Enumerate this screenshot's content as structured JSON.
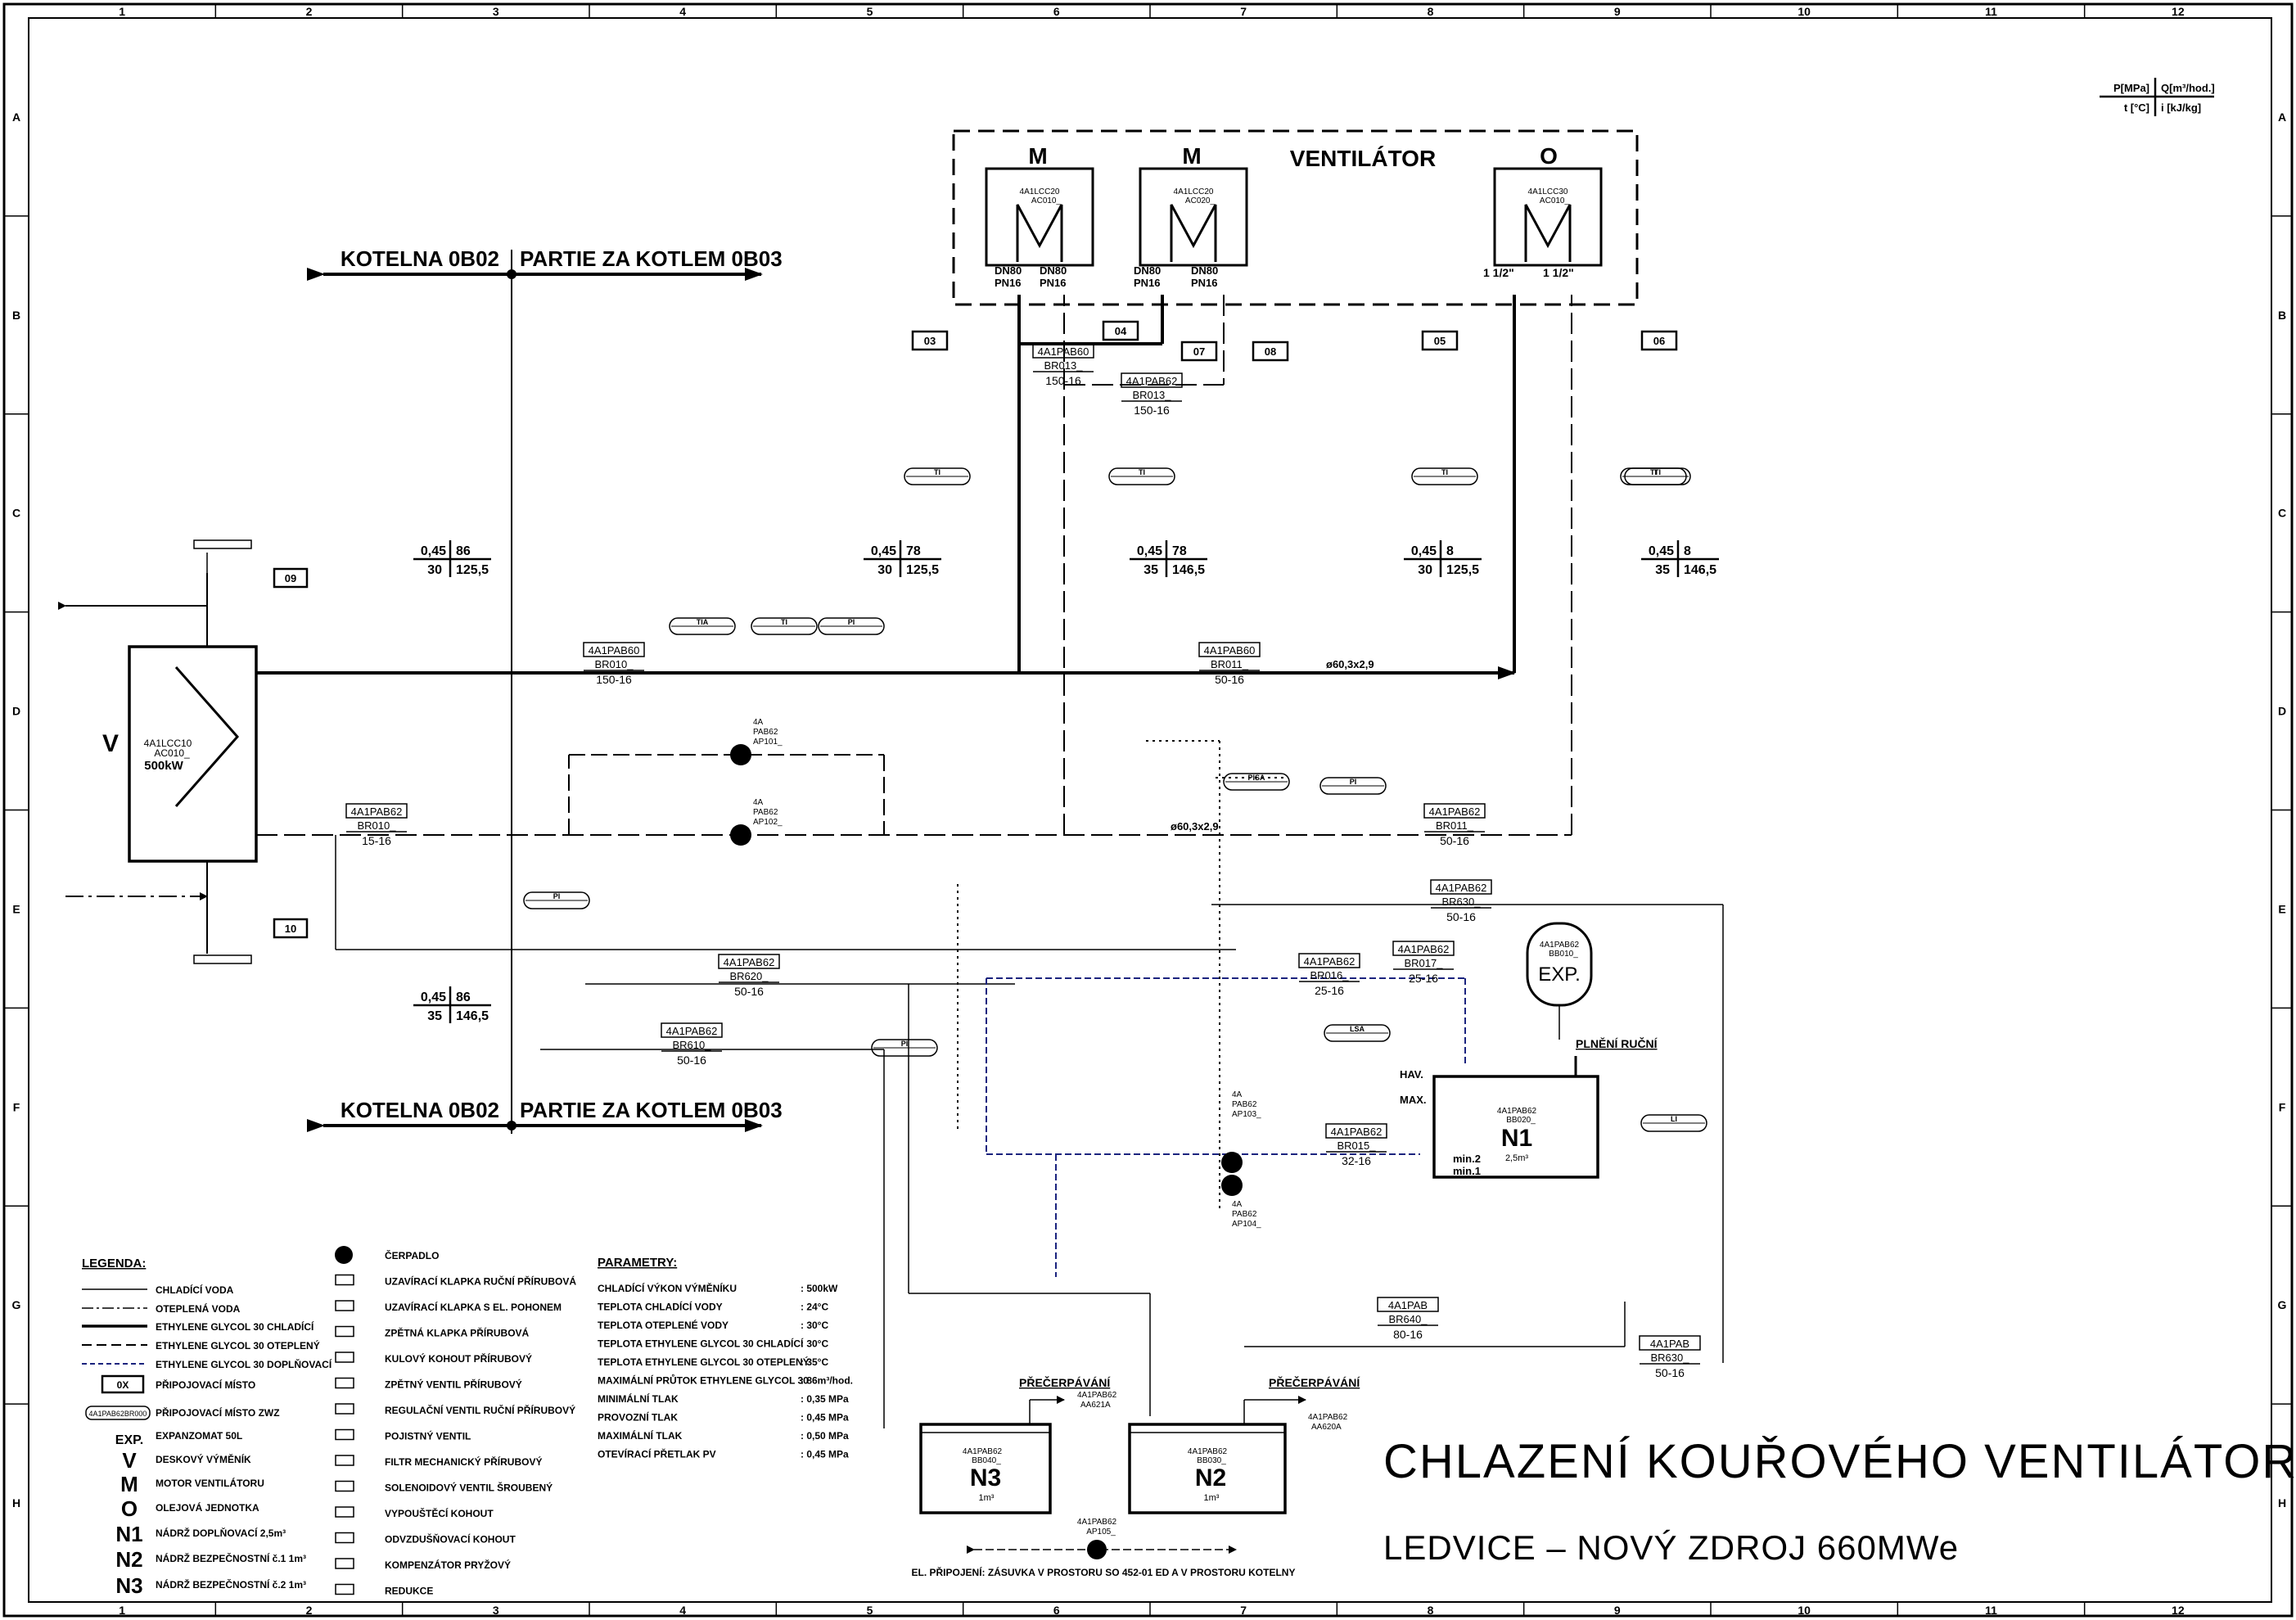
{
  "frame": {
    "columns": [
      "1",
      "2",
      "3",
      "4",
      "5",
      "6",
      "7",
      "8",
      "9",
      "10",
      "11",
      "12"
    ],
    "rows": [
      "A",
      "B",
      "C",
      "D",
      "E",
      "F",
      "G",
      "H"
    ]
  },
  "units_box": {
    "top_left": "P[MPa]",
    "top_right": "Q[m³/hod.]",
    "bottom_left": "t [°C]",
    "bottom_right": "i [kJ/kg]"
  },
  "fan_group": {
    "title": "VENTILÁTOR",
    "units": [
      {
        "letter": "M",
        "tag": "4A1LCC20",
        "sub": "AC010_",
        "left_conn": "DN80\nPN16",
        "right_conn": "DN80\nPN16"
      },
      {
        "letter": "M",
        "tag": "4A1LCC20",
        "sub": "AC020_",
        "left_conn": "DN80\nPN16",
        "right_conn": "DN80\nPN16"
      },
      {
        "letter": "O",
        "tag": "4A1LCC30",
        "sub": "AC010_",
        "left_conn": "1 1/2\"",
        "right_conn": "1 1/2\""
      }
    ]
  },
  "connection_boxes": [
    "03",
    "04",
    "07",
    "08",
    "05",
    "06",
    "09",
    "10"
  ],
  "area_labels": {
    "top_left": "KOTELNA 0B02",
    "top_right": "PARTIE ZA KOTLEM 0B03",
    "bottom_left": "KOTELNA 0B02",
    "bottom_right": "PARTIE ZA KOTLEM 0B03"
  },
  "exchanger": {
    "letter": "V",
    "tag": "4A1LCC10",
    "sub": "AC010_",
    "power": "500kW"
  },
  "state_labels": [
    {
      "p": "0,45",
      "q": "86",
      "t": "30",
      "i": "125,5"
    },
    {
      "p": "0,45",
      "q": "78",
      "t": "30",
      "i": "125,5"
    },
    {
      "p": "0,45",
      "q": "78",
      "t": "35",
      "i": "146,5"
    },
    {
      "p": "0,45",
      "q": "8",
      "t": "30",
      "i": "125,5"
    },
    {
      "p": "0,45",
      "q": "8",
      "t": "35",
      "i": "146,5"
    },
    {
      "p": "0,45",
      "q": "86",
      "t": "35",
      "i": "146,5"
    }
  ],
  "pipe_labels": [
    {
      "line": "4A1PAB60",
      "seg": "BR010_",
      "dim": "150-16"
    },
    {
      "line": "4A1PAB60",
      "seg": "BR011_",
      "dim": "50-16"
    },
    {
      "line": "4A1PAB62",
      "seg": "BR010_",
      "dim": "15-16"
    },
    {
      "line": "4A1PAB62",
      "seg": "BR011_",
      "dim": "50-16"
    },
    {
      "line": "4A1PAB60",
      "seg": "BR013_",
      "dim": "150-16"
    },
    {
      "line": "4A1PAB62",
      "seg": "BR013_",
      "dim": "150-16"
    },
    {
      "line": "4A1PAB62",
      "seg": "BR620_",
      "dim": "50-16"
    },
    {
      "line": "4A1PAB62",
      "seg": "BR610_",
      "dim": "50-16"
    },
    {
      "line": "4A1PAB62",
      "seg": "BR630_",
      "dim": "50-16"
    },
    {
      "line": "4A1PAB62",
      "seg": "BR016_",
      "dim": "25-16"
    },
    {
      "line": "4A1PAB62",
      "seg": "BR017_",
      "dim": "25-16"
    },
    {
      "line": "4A1PAB62",
      "seg": "BR015_",
      "dim": "32-16"
    },
    {
      "line": "4A1PAB",
      "seg": "BR640_",
      "dim": "80-16"
    },
    {
      "line": "4A1PAB",
      "seg": "BR630_",
      "dim": "50-16"
    }
  ],
  "pipe_size_notes": [
    "ø60,3x2,9",
    "ø60,3x2,9"
  ],
  "instruments": [
    "TI",
    "TIA",
    "TI",
    "PI",
    "TI",
    "TI",
    "TI",
    "TI",
    "PI",
    "PISA",
    "PI",
    "LSA",
    "LI",
    "PI"
  ],
  "tanks": {
    "exp": {
      "tag": "4A1PAB62",
      "sub": "BB010_",
      "label": "EXP."
    },
    "n1": {
      "tag": "4A1PAB62",
      "sub": "BB020_",
      "label": "N1",
      "volume": "2,5m³",
      "hav": "HAV.",
      "max": "MAX.",
      "min2": "min.2",
      "min1": "min.1",
      "fill": "PLNĚNÍ RUČNÍ"
    },
    "n3": {
      "tag": "4A1PAB62",
      "sub": "BB040_",
      "label": "N3",
      "volume": "1m³",
      "overflow": "PŘEČERPÁVÁNÍ",
      "valve": "4A1PAB62\nAA621A"
    },
    "n2": {
      "tag": "4A1PAB62",
      "sub": "BB030_",
      "label": "N2",
      "volume": "1m³",
      "overflow": "PŘEČERPÁVÁNÍ",
      "valve": "4A1PAB62\nAA620A"
    }
  },
  "pumps": [
    {
      "tag": "4A\nPAB62\nAP101_"
    },
    {
      "tag": "4A\nPAB62\nAP102_"
    },
    {
      "tag": "4A\nPAB62\nAP103_"
    },
    {
      "tag": "4A\nPAB62\nAP104_"
    }
  ],
  "portable_pump": {
    "tag": "4A1PAB62\nAP105_",
    "note": "EL. PŘIPOJENÍ: ZÁSUVKA V PROSTORU SO 452-01 ED A V PROSTORU KOTELNY"
  },
  "legend": {
    "title": "LEGENDA:",
    "lines": [
      "CHLADÍCÍ VODA",
      "OTEPLENÁ VODA",
      "ETHYLENE GLYCOL 30 CHLADÍCÍ",
      "ETHYLENE GLYCOL 30 OTEPLENÝ",
      "ETHYLENE GLYCOL 30 DOPLŇOVACÍ",
      "PŘIPOJOVACÍ MÍSTO",
      "PŘIPOJOVACÍ MÍSTO ZWZ"
    ],
    "ox_box": "0X",
    "zwz_box": "4A1PAB62BR000",
    "abbr": [
      {
        "key": "EXP.",
        "text": "EXPANZOMAT 50L"
      },
      {
        "key": "V",
        "text": "DESKOVÝ VÝMĚNÍK"
      },
      {
        "key": "M",
        "text": "MOTOR VENTILÁTORU"
      },
      {
        "key": "O",
        "text": "OLEJOVÁ JEDNOTKA"
      },
      {
        "key": "N1",
        "text": "NÁDRŽ DOPLŇOVACÍ 2,5m³"
      },
      {
        "key": "N2",
        "text": "NÁDRŽ BEZPEČNOSTNÍ č.1 1m³"
      },
      {
        "key": "N3",
        "text": "NÁDRŽ BEZPEČNOSTNÍ č.2 1m³"
      }
    ],
    "symbols": [
      "ČERPADLO",
      "UZAVÍRACÍ KLAPKA RUČNÍ PŘÍRUBOVÁ",
      "UZAVÍRACÍ KLAPKA S EL. POHONEM",
      "ZPĚTNÁ KLAPKA PŘÍRUBOVÁ",
      "KULOVÝ KOHOUT PŘÍRUBOVÝ",
      "ZPĚTNÝ VENTIL PŘÍRUBOVÝ",
      "REGULAČNÍ VENTIL RUČNÍ PŘÍRUBOVÝ",
      "POJISTNÝ VENTIL",
      "FILTR MECHANICKÝ PŘÍRUBOVÝ",
      "SOLENOIDOVÝ VENTIL ŠROUBENÝ",
      "VYPOUŠTĚCÍ KOHOUT",
      "ODVZDUŠŇOVACÍ KOHOUT",
      "KOMPENZÁTOR PRYŽOVÝ",
      "REDUKCE"
    ]
  },
  "parameters": {
    "title": "PARAMETRY:",
    "rows": [
      {
        "k": "CHLADÍCÍ VÝKON VÝMĚNÍKU",
        "v": ": 500kW"
      },
      {
        "k": "TEPLOTA CHLADÍCÍ VODY",
        "v": ": 24°C"
      },
      {
        "k": "TEPLOTA OTEPLENÉ VODY",
        "v": ": 30°C"
      },
      {
        "k": "TEPLOTA ETHYLENE GLYCOL 30 CHLADÍCÍ",
        "v": ": 30°C"
      },
      {
        "k": "TEPLOTA ETHYLENE GLYCOL 30 OTEPLENÝ",
        "v": ": 35°C"
      },
      {
        "k": "MAXIMÁLNÍ PRŮTOK ETHYLENE GLYCOL 30",
        "v": ": 86m³/hod."
      },
      {
        "k": "MINIMÁLNÍ TLAK",
        "v": ": 0,35 MPa"
      },
      {
        "k": "PROVOZNÍ TLAK",
        "v": ": 0,45 MPa"
      },
      {
        "k": "MAXIMÁLNÍ TLAK",
        "v": ": 0,50 MPa"
      },
      {
        "k": "OTEVÍRACÍ PŘETLAK PV",
        "v": ": 0,45 MPa"
      }
    ]
  },
  "title_block": {
    "title": "CHLAZENÍ KOUŘOVÉHO VENTILÁTORU",
    "subtitle": "LEDVICE – NOVÝ ZDROJ 660MWe"
  },
  "colors": {
    "line": "#000000",
    "accent_blue": "#1a237e",
    "paper": "#ffffff"
  }
}
